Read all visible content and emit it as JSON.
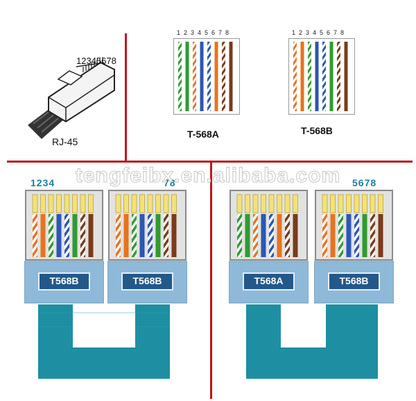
{
  "header_faint_text": "",
  "rj45": {
    "pin_label": "12345678",
    "name": "RJ-45"
  },
  "standards": {
    "a": {
      "title": "T-568A",
      "pins": [
        "1",
        "2",
        "3",
        "4",
        "5",
        "6",
        "7",
        "8"
      ],
      "wires": [
        "white-green",
        "green",
        "white-orange",
        "blue",
        "white-blue",
        "orange",
        "white-brown",
        "brown"
      ]
    },
    "b": {
      "title": "T-568B",
      "pins": [
        "1",
        "2",
        "3",
        "4",
        "5",
        "6",
        "7",
        "8"
      ],
      "wires": [
        "white-orange",
        "orange",
        "white-green",
        "blue",
        "white-blue",
        "green",
        "white-brown",
        "brown"
      ]
    }
  },
  "colors": {
    "orange": "#e8731f",
    "green": "#2f9b2f",
    "blue": "#2b57b3",
    "brown": "#7a3b18",
    "white": "#ffffff",
    "cable": "#1e8fa3",
    "divider": "#c0151c",
    "boot": "#8fb9d8",
    "boot_label_bg": "#23588a",
    "pin_number": "#1a7fa0"
  },
  "bottom": {
    "left": {
      "pin_numbers_1": "1234",
      "pin_numbers_2": "78",
      "connectors": [
        {
          "label": "T568B",
          "wires": [
            "white-orange",
            "orange",
            "white-green",
            "blue",
            "white-blue",
            "green",
            "white-brown",
            "brown"
          ]
        },
        {
          "label": "T568B",
          "wires": [
            "white-orange",
            "orange",
            "white-green",
            "blue",
            "white-blue",
            "green",
            "white-brown",
            "brown"
          ]
        }
      ]
    },
    "right": {
      "pin_numbers_1": "",
      "pin_numbers_2": "5678",
      "connectors": [
        {
          "label": "T568A",
          "wires": [
            "white-green",
            "green",
            "white-orange",
            "blue",
            "white-blue",
            "orange",
            "white-brown",
            "brown"
          ]
        },
        {
          "label": "T568B",
          "wires": [
            "white-orange",
            "orange",
            "white-green",
            "blue",
            "white-blue",
            "green",
            "white-brown",
            "brown"
          ]
        }
      ]
    }
  },
  "watermark": "tengfeibx.en.alibaba.com"
}
